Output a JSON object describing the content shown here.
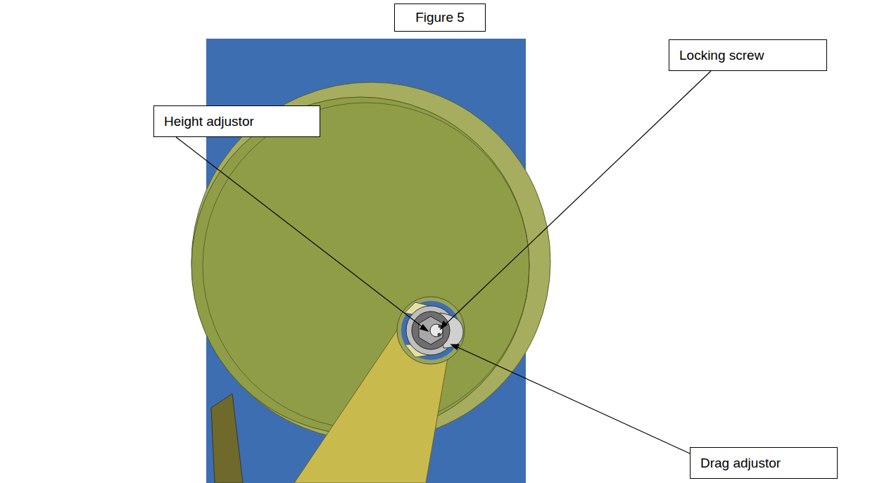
{
  "diagram": {
    "title": "Figure 5",
    "nodes": [
      {
        "text": [
          "Locking screw"
        ]
      },
      {
        "text": [
          "Height adjustor"
        ]
      },
      {
        "text": [
          "Drag adjustor"
        ]
      }
    ]
  }
}
